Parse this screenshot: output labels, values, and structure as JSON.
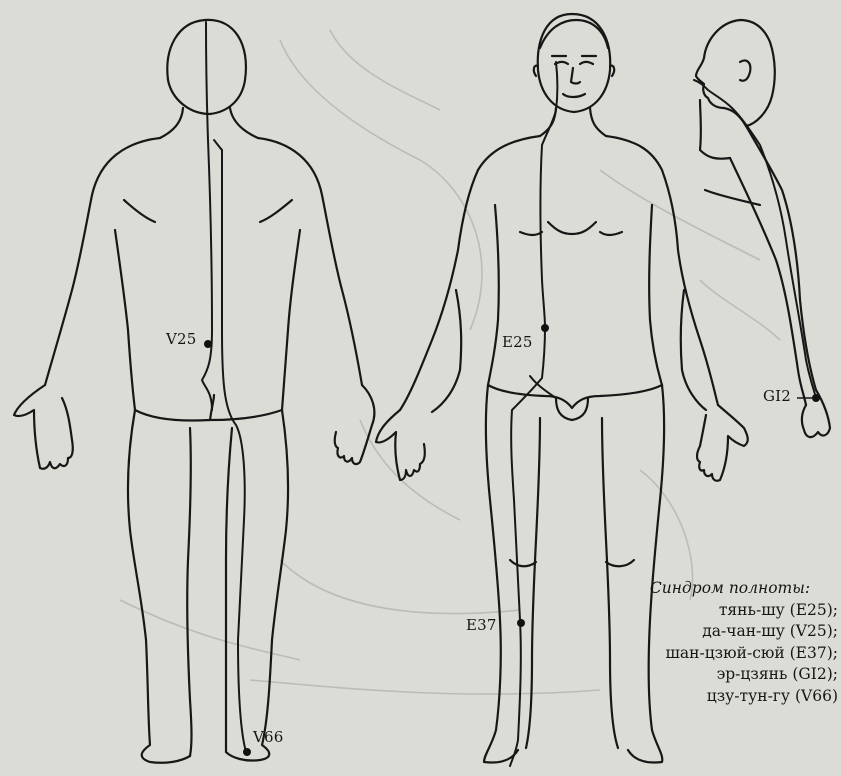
{
  "points": {
    "v25": {
      "label": "V25"
    },
    "e25": {
      "label": "E25"
    },
    "gi2": {
      "label": "GI2"
    },
    "e37": {
      "label": "E37"
    },
    "v66": {
      "label": "V66"
    }
  },
  "legend": {
    "title": "Синдром полноты:",
    "items": [
      "тянь-шу (E25);",
      "да-чан-шу (V25);",
      "шан-цзюй-сюй (E37);",
      "эр-цзянь (GI2);",
      "цзу-тун-гу (V66)"
    ]
  },
  "colors": {
    "paper": "#dcdcd6",
    "ink": "#161616",
    "bleed": "#b9b9b3"
  }
}
